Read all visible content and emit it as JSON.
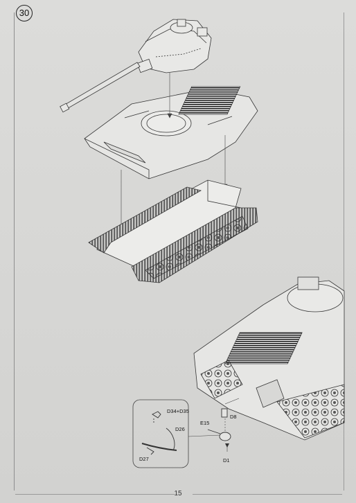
{
  "step": {
    "number": "30"
  },
  "page": {
    "number": "15"
  },
  "callouts": {
    "d34_d35": "D34+D35",
    "d26": "D26",
    "d27": "D27",
    "e15": "E15",
    "d8": "D8",
    "d1": "D1"
  }
}
